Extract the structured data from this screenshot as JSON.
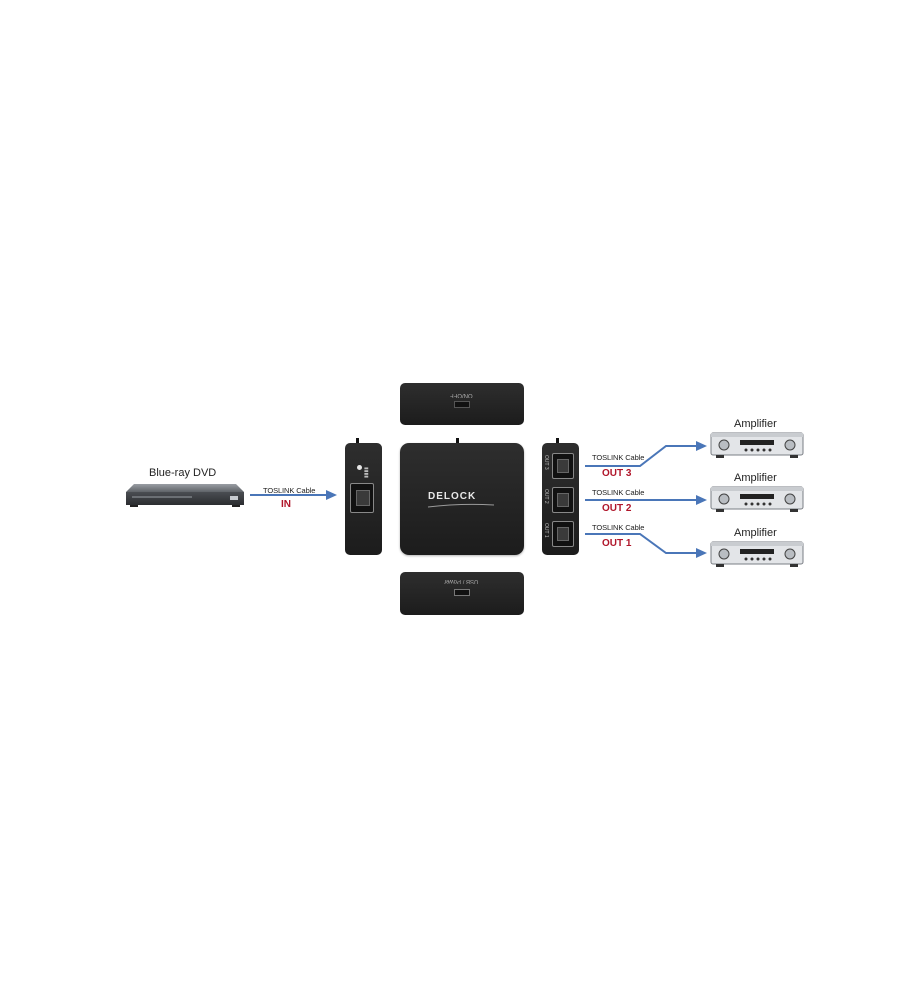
{
  "source": {
    "label": "Blue-ray DVD",
    "icon": "blu-ray-player-icon"
  },
  "input": {
    "cable_label": "TOSLINK Cable",
    "port_label": "IN"
  },
  "splitter": {
    "logo": "DELOCK",
    "top_view_label": "ON/OFF",
    "bottom_view_label": "USB / Power",
    "out_port_labels": [
      "OUT 3",
      "OUT 2",
      "OUT 1"
    ]
  },
  "outputs": [
    {
      "cable_label": "TOSLINK Cable",
      "port_label": "OUT 3",
      "device_label": "Amplifier",
      "icon": "amplifier-icon"
    },
    {
      "cable_label": "TOSLINK Cable",
      "port_label": "OUT 2",
      "device_label": "Amplifier",
      "icon": "amplifier-icon"
    },
    {
      "cable_label": "TOSLINK Cable",
      "port_label": "OUT 1",
      "device_label": "Amplifier",
      "icon": "amplifier-icon"
    }
  ],
  "colors": {
    "arrow": "#4a76b8",
    "port_label": "#b0162a",
    "device_body": "#1f1f1f"
  }
}
